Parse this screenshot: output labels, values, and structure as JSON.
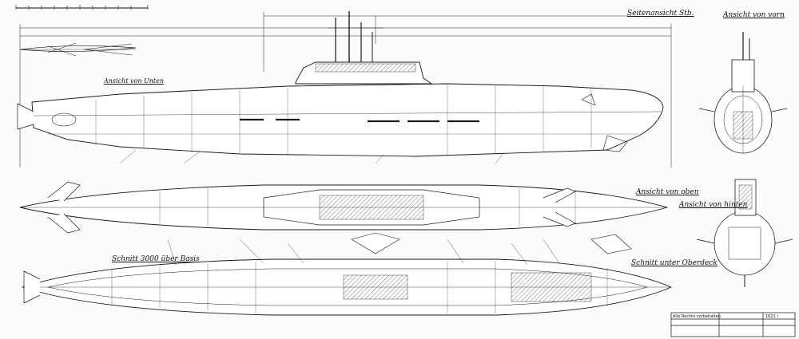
{
  "labels": {
    "side_view": "Seitenansicht Stb.",
    "front_view": "Ansicht von vorn",
    "bottom_view": "Ansicht von Unten",
    "top_view": "Ansicht von oben",
    "rear_view": "Ansicht von hinten",
    "section_base": "Schnitt 3000 über Basis",
    "section_deck": "Schnitt unter Oberdeck"
  },
  "title_block": {
    "note": "Alle Rechte vorbehalten",
    "drawing_no": "1621 /"
  },
  "colors": {
    "paper": "#fbfbfa",
    "ink": "#1a1a1a"
  }
}
